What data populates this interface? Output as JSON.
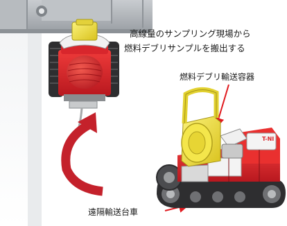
{
  "caption": {
    "line1": "高線量のサンプリング現場から",
    "line2": "燃料デブリサンプルを搬出する"
  },
  "labels": {
    "container": "燃料デブリ輸送容器",
    "cart": "遠隔輸送台車"
  },
  "robot_badge": "T-NI",
  "colors": {
    "robot_red": "#d8262c",
    "container_yellow": "#f2e13a",
    "arrow_red": "#c4212b",
    "label_arrow": "#e0191e",
    "wall_gray": "#aeb2b6",
    "track_dark": "#2e2e30"
  }
}
